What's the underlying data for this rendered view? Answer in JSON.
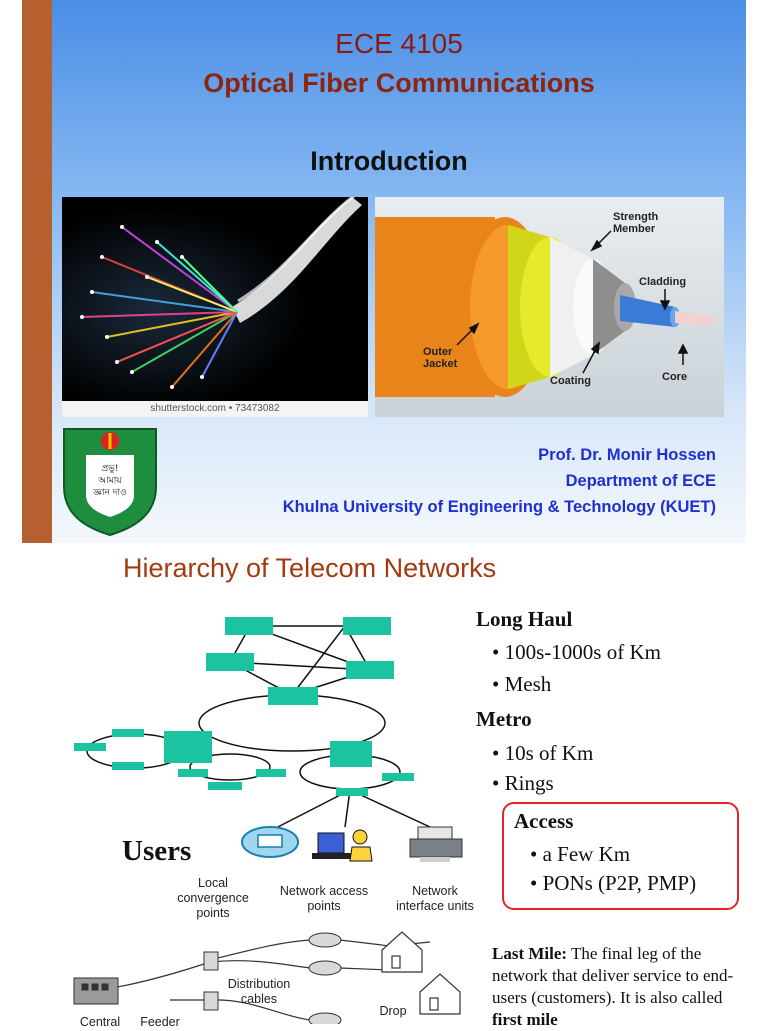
{
  "slide1": {
    "course_code": "ECE 4105",
    "course_title": "Optical Fiber Communications",
    "topic": "Introduction",
    "photo_credit": "shutterstock.com • 73473082",
    "cable_labels": {
      "strength_member": [
        "Strength",
        "Member"
      ],
      "cladding": "Cladding",
      "outer_jacket": [
        "Outer",
        "Jacket"
      ],
      "coating": "Coating",
      "core": "Core"
    },
    "logo_text": [
      "প্রভু!",
      "আমায়",
      "জ্ঞান দাও"
    ],
    "author": "Prof. Dr. Monir Hossen",
    "department": "Department of ECE",
    "university": "Khulna University of Engineering & Technology (KUET)",
    "colors": {
      "accent_bar": "#b7602f",
      "title": "#8b2510",
      "author_text": "#1f2fd0",
      "node": "#1bc3a0"
    }
  },
  "slide2": {
    "title": "Hierarchy of Telecom Networks",
    "long_haul": {
      "heading": "Long Haul",
      "bullets": [
        "100s-1000s of Km",
        "Mesh"
      ]
    },
    "metro": {
      "heading": "Metro",
      "bullets": [
        "10s of Km",
        "Rings"
      ]
    },
    "access": {
      "heading": "Access",
      "bullets": [
        "a Few Km",
        "PONs (P2P, PMP)"
      ]
    },
    "users_label": "Users",
    "bottom_labels": {
      "local": [
        "Local",
        "convergence",
        "points"
      ],
      "nap": [
        "Network access",
        "points"
      ],
      "niu": [
        "Network",
        "interface units"
      ],
      "distribution": [
        "Distribution",
        "cables"
      ],
      "drop": "Drop",
      "central": "Central",
      "feeder": "Feeder"
    },
    "last_mile": {
      "label": "Last Mile:",
      "text": " The final leg of the network that deliver service to end-users (customers). It is also called ",
      "emphasis": "first mile"
    },
    "bullet": "•",
    "icons": [
      "telephone-icon",
      "computer-user-icon",
      "printer-icon",
      "house-icon"
    ]
  }
}
